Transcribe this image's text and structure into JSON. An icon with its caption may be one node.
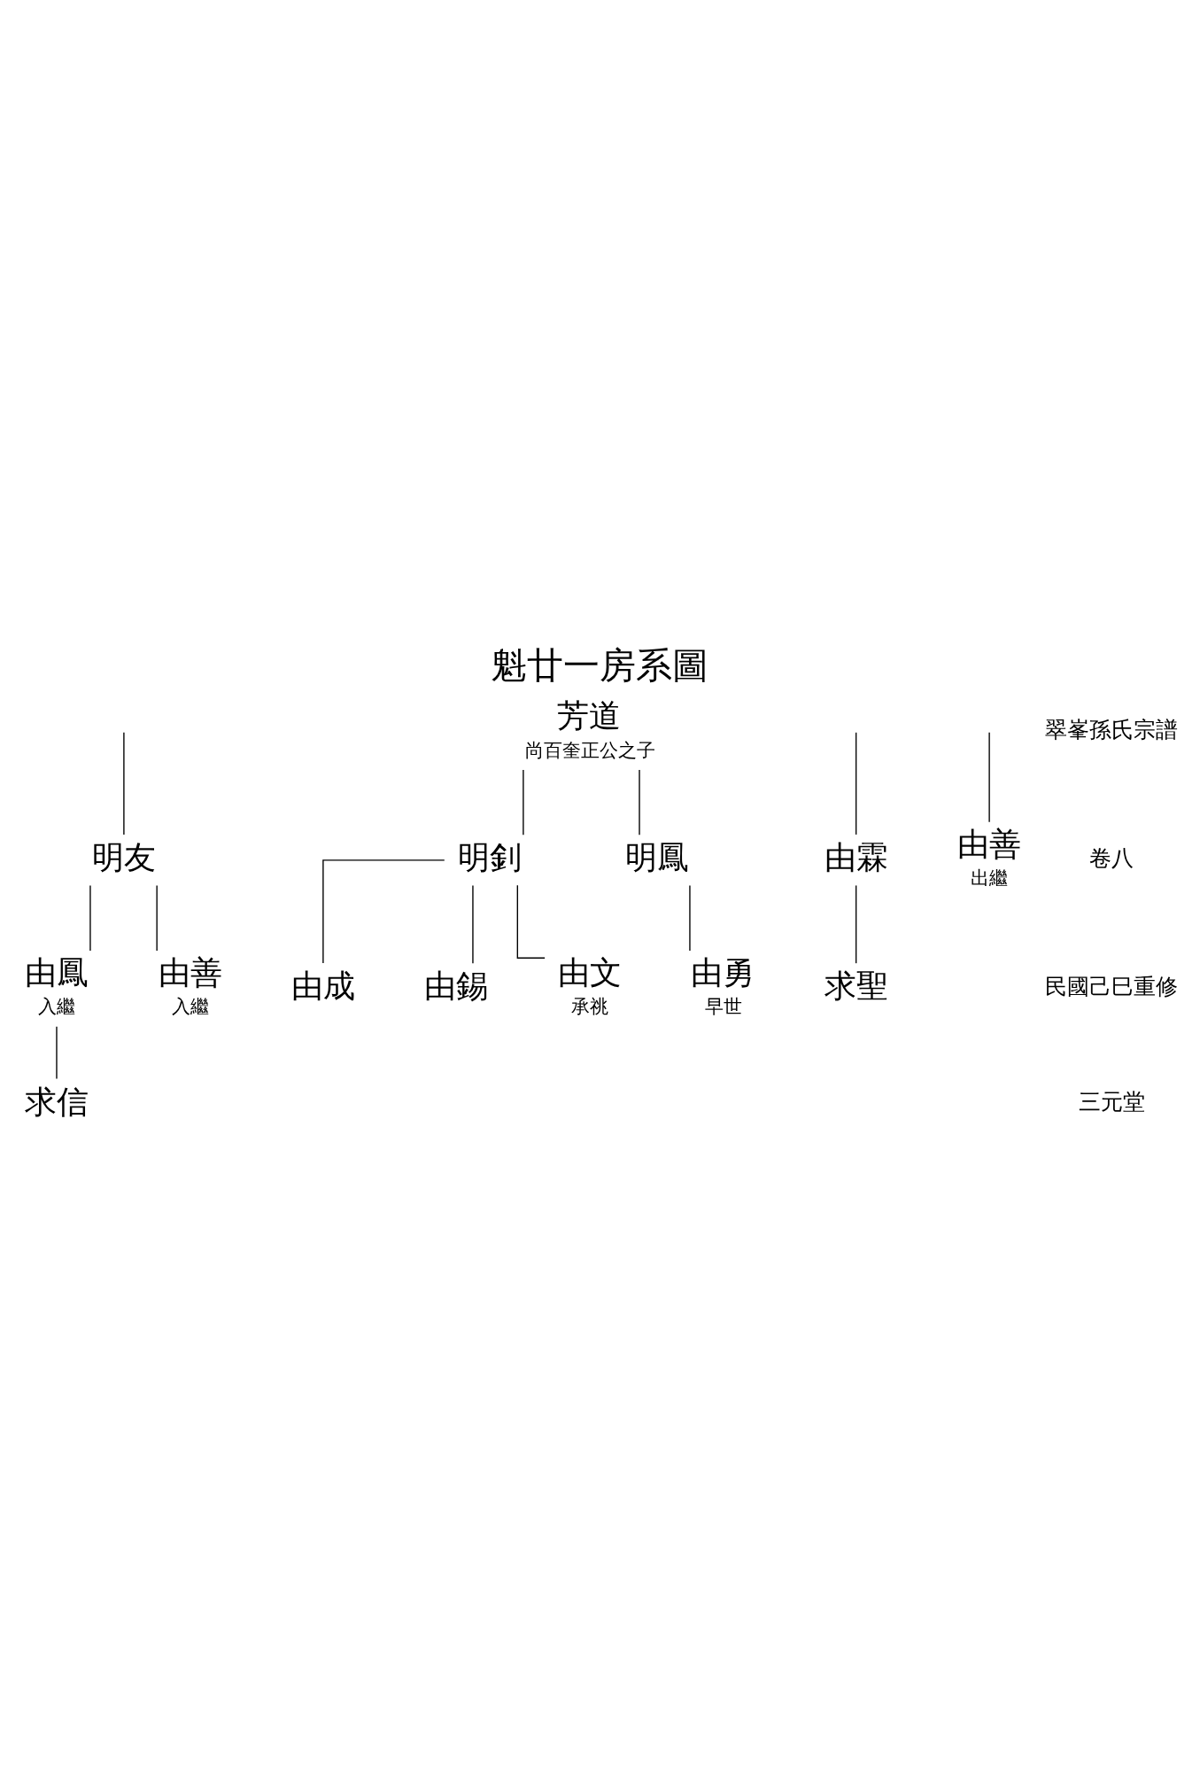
{
  "diagram": {
    "title": "魁廿一房系圖",
    "nodes": [
      {
        "text": [
          "明友"
        ]
      },
      {
        "text": [
          "芳道"
        ],
        "beside": [
          "尚百奎正公之子"
        ]
      },
      {
        "text": [
          "明釗"
        ]
      },
      {
        "text": [
          "明鳳"
        ]
      },
      {
        "text": [
          "由霖"
        ]
      },
      {
        "text": [
          "由善"
        ],
        "beside": [
          "出繼"
        ]
      },
      {
        "text": [
          "由鳳"
        ],
        "beside": [
          "入繼"
        ]
      },
      {
        "text": [
          "由善"
        ],
        "beside": [
          "入繼"
        ]
      },
      {
        "text": [
          "由成"
        ]
      },
      {
        "text": [
          "由錫"
        ]
      },
      {
        "text": [
          "由文"
        ],
        "beside": [
          "承祧"
        ]
      },
      {
        "text": [
          "由勇"
        ],
        "beside": [
          "早世"
        ]
      },
      {
        "text": [
          "求聖"
        ]
      },
      {
        "text": [
          "求信"
        ]
      }
    ],
    "edges": [
      {
        "from": null,
        "to": 0,
        "arrow": "none"
      },
      {
        "from": 1,
        "to": 2,
        "arrow": "none"
      },
      {
        "from": 1,
        "to": 3,
        "arrow": "none"
      },
      {
        "from": null,
        "to": 4,
        "arrow": "none"
      },
      {
        "from": null,
        "to": 5,
        "arrow": "none"
      },
      {
        "from": 0,
        "to": 6,
        "arrow": "none"
      },
      {
        "from": 0,
        "to": 7,
        "arrow": "none"
      },
      {
        "from": 2,
        "to": 8,
        "arrow": "none"
      },
      {
        "from": 2,
        "to": 9,
        "arrow": "none"
      },
      {
        "from": 2,
        "to": 10,
        "arrow": "none"
      },
      {
        "from": 3,
        "to": 11,
        "arrow": "none"
      },
      {
        "from": 4,
        "to": 12,
        "arrow": "none"
      },
      {
        "from": 6,
        "to": 13,
        "arrow": "none"
      }
    ],
    "labels": [
      "翠峯孫氏宗譜",
      "卷八",
      "民國己巳重修",
      "三元堂"
    ]
  }
}
